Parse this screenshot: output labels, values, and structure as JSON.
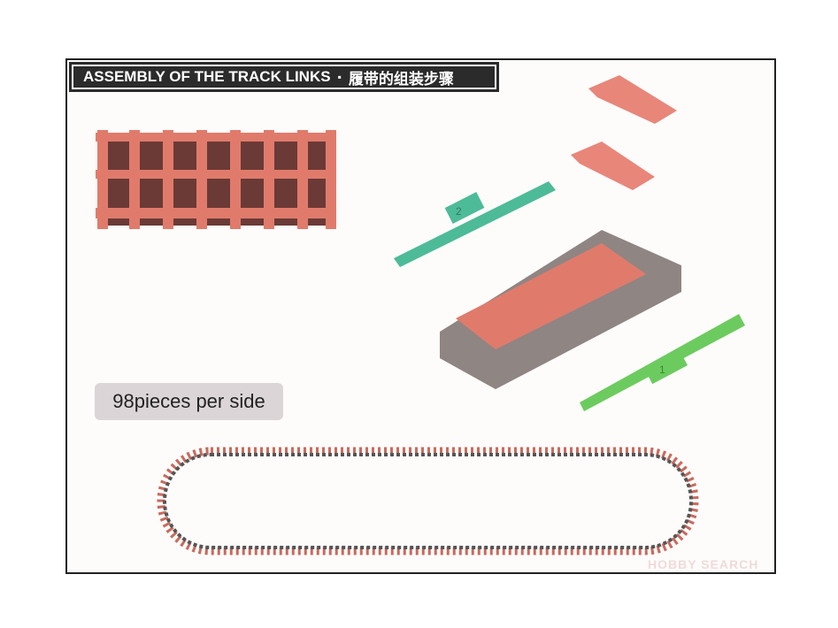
{
  "header": {
    "title_en": "ASSEMBLY OF THE TRACK LINKS",
    "separator": "▪",
    "title_zh": "履带的组装步骤"
  },
  "label": {
    "count": "98pieces per side"
  },
  "sprues": [
    {
      "number": "2",
      "color": "#4dbb98"
    },
    {
      "number": "1",
      "color": "#6ccb5e"
    }
  ],
  "colors": {
    "track": "#e07b6c",
    "jig": "#8f8583",
    "dark_track": "#5a3a38"
  },
  "watermark": "HOBBY SEARCH"
}
